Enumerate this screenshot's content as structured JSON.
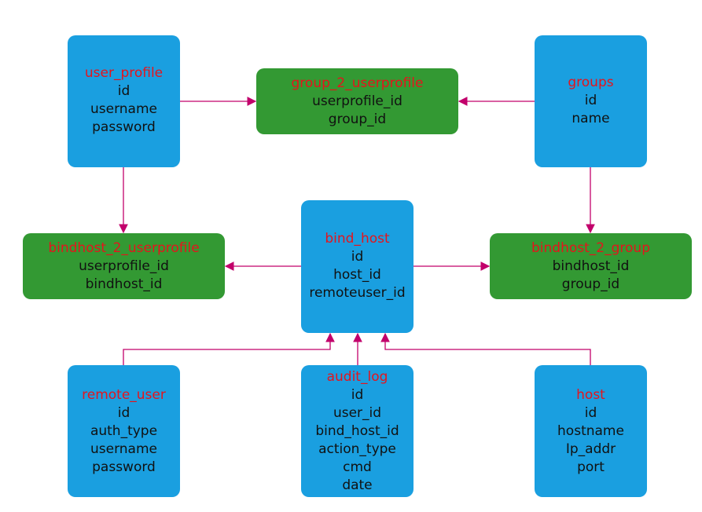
{
  "colors": {
    "entity": "#1a9fe0",
    "join": "#339933",
    "title": "#e5141c",
    "field": "#111111",
    "arrow": "#c2006b"
  },
  "tables": {
    "user_profile": {
      "title": "user_profile",
      "fields": [
        "id",
        "username",
        "password"
      ]
    },
    "group_2_userprofile": {
      "title": "group_2_userprofile",
      "fields": [
        "userprofile_id",
        "group_id"
      ]
    },
    "groups": {
      "title": "groups",
      "fields": [
        "id",
        "name"
      ]
    },
    "bindhost_2_userprofile": {
      "title": "bindhost_2_userprofile",
      "fields": [
        "userprofile_id",
        "bindhost_id"
      ]
    },
    "bind_host": {
      "title": "bind_host",
      "fields": [
        "id",
        "host_id",
        "remoteuser_id"
      ]
    },
    "bindhost_2_group": {
      "title": "bindhost_2_group",
      "fields": [
        "bindhost_id",
        "group_id"
      ]
    },
    "remote_user": {
      "title": "remote_user",
      "fields": [
        "id",
        "auth_type",
        "username",
        "password"
      ]
    },
    "audit_log": {
      "title": "audit_log",
      "fields": [
        "id",
        "user_id",
        "bind_host_id",
        "action_type",
        "cmd",
        "date"
      ]
    },
    "host": {
      "title": "host",
      "fields": [
        "id",
        "hostname",
        "Ip_addr",
        "port"
      ]
    }
  }
}
